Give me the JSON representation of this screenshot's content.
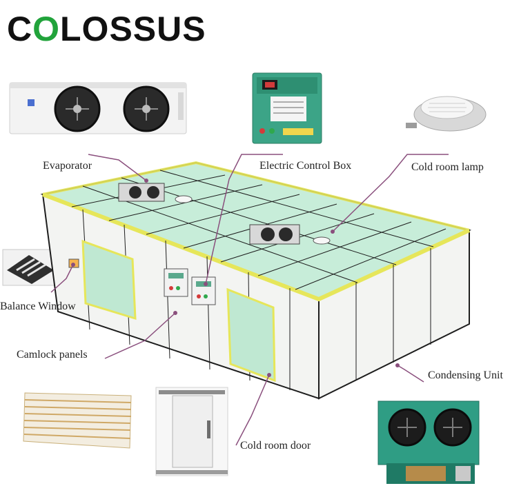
{
  "brand": {
    "prefix": "C",
    "o": "O",
    "suffix": "LOSSUS"
  },
  "labels": {
    "evaporator": "Evaporator",
    "electric_control_box": "Electric Control Box",
    "cold_room_lamp": "Cold room lamp",
    "balance_window": "Balance Window",
    "camlock_panels": "Camlock panels",
    "condensing_unit": "Condensing Unit",
    "cold_room_door": "Cold room door"
  },
  "colors": {
    "accent": "#21a33b",
    "leader": "#8a4f7d",
    "frame": "#1d1d1d",
    "trim": "#e6e65a",
    "glass": "#bfe8d2"
  }
}
